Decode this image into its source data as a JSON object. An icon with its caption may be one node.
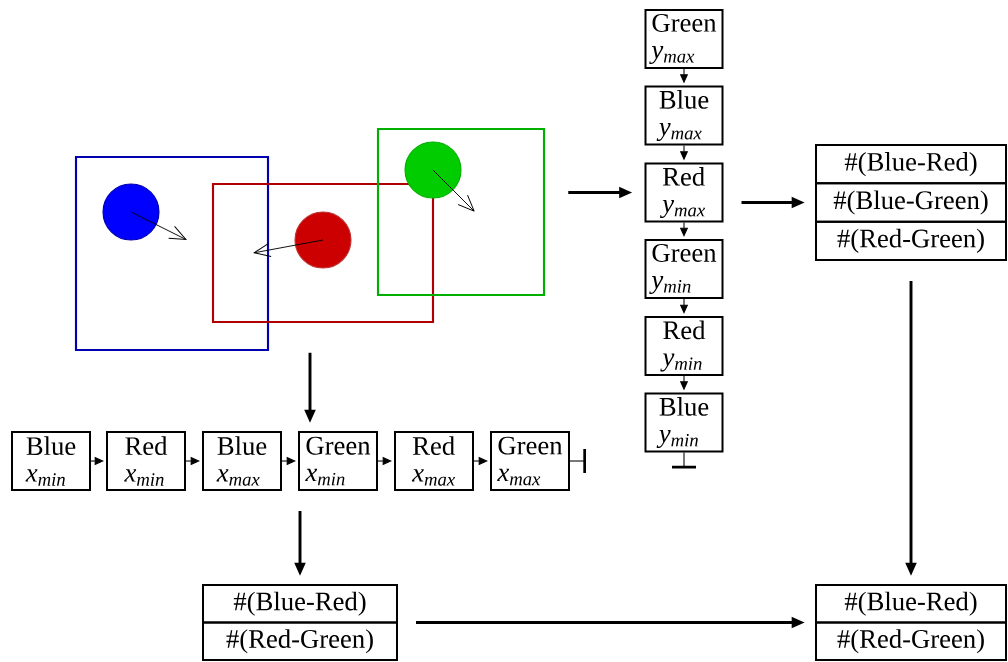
{
  "diagram": {
    "nodes": [
      {
        "text": [],
        "shape": "picture"
      },
      {
        "text": [
          "Green",
          "y$_{max}$"
        ]
      },
      {
        "text": [
          "Blue",
          "y$_{max}$"
        ]
      },
      {
        "text": [
          "Red",
          "y$_{max}$"
        ]
      },
      {
        "text": [
          "Green",
          "y$_{min}$"
        ]
      },
      {
        "text": [
          "Red",
          "y$_{min}$"
        ]
      },
      {
        "text": [
          "Blue",
          "y$_{min}$"
        ]
      },
      {
        "text": [
          "#(Blue-Red)",
          "#(Blue-Green)",
          "#(Red-Green)"
        ]
      },
      {
        "text": [
          "Blue",
          "x$_{min}$"
        ]
      },
      {
        "text": [
          "Red",
          "x$_{min}$"
        ]
      },
      {
        "text": [
          "Blue",
          "x$_{max}$"
        ]
      },
      {
        "text": [
          "Green",
          "x$_{min}$"
        ]
      },
      {
        "text": [
          "Red",
          "x$_{max}$"
        ]
      },
      {
        "text": [
          "Green",
          "x$_{max}$"
        ]
      },
      {
        "text": [
          "#(Blue-Red)",
          "#(Red-Green)"
        ]
      },
      {
        "text": [
          "#(Blue-Red)",
          "#(Red-Green)"
        ]
      }
    ],
    "edges": [
      {
        "from": 0,
        "to": 3,
        "arrow": "to",
        "style": "thick"
      },
      {
        "from": 1,
        "to": 2,
        "arrow": "to"
      },
      {
        "from": 2,
        "to": 3,
        "arrow": "to"
      },
      {
        "from": 3,
        "to": 4,
        "arrow": "to"
      },
      {
        "from": 4,
        "to": 5,
        "arrow": "to"
      },
      {
        "from": 5,
        "to": 6,
        "arrow": "to"
      },
      {
        "from": 6,
        "to": null,
        "arrow": "other"
      },
      {
        "from": 3,
        "to": 7,
        "arrow": "to",
        "style": "thick"
      },
      {
        "from": 7,
        "to": 15,
        "arrow": "to",
        "style": "thick"
      },
      {
        "from": 0,
        "to": 11,
        "arrow": "to",
        "style": "thick"
      },
      {
        "from": 8,
        "to": 9,
        "arrow": "to"
      },
      {
        "from": 9,
        "to": 10,
        "arrow": "to"
      },
      {
        "from": 10,
        "to": 11,
        "arrow": "to"
      },
      {
        "from": 11,
        "to": 12,
        "arrow": "to"
      },
      {
        "from": 12,
        "to": 13,
        "arrow": "to"
      },
      {
        "from": 13,
        "to": null,
        "arrow": "other"
      },
      {
        "from": 11,
        "to": 14,
        "arrow": "to",
        "style": "thick"
      },
      {
        "from": 14,
        "to": 15,
        "arrow": "to",
        "style": "thick"
      }
    ]
  }
}
